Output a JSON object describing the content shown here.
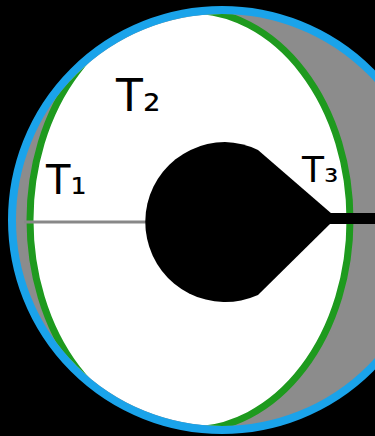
{
  "diagram": {
    "labels": [
      "T₁",
      "T₂",
      "T₃"
    ]
  }
}
